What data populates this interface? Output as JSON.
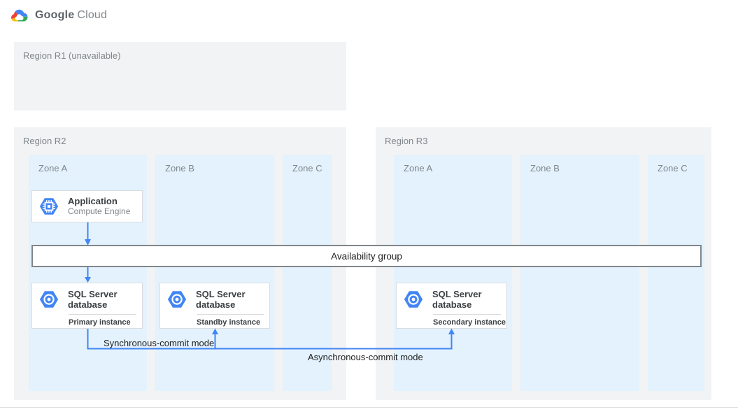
{
  "header": {
    "brand_google": "Google",
    "brand_cloud": "Cloud",
    "logo_icon": "google-cloud-logo"
  },
  "regions": {
    "r1": {
      "label": "Region R1 (unavailable)"
    },
    "r2": {
      "label": "Region R2",
      "zones": [
        {
          "label": "Zone A"
        },
        {
          "label": "Zone B"
        },
        {
          "label": "Zone C"
        }
      ]
    },
    "r3": {
      "label": "Region R3",
      "zones": [
        {
          "label": "Zone A"
        },
        {
          "label": "Zone B"
        },
        {
          "label": "Zone C"
        }
      ]
    }
  },
  "cards": {
    "application": {
      "icon": "compute-engine-icon",
      "title": "Application",
      "subtitle": "Compute Engine"
    },
    "primary_db": {
      "icon": "sql-database-icon",
      "title": "SQL Server database",
      "instance": "Primary instance"
    },
    "standby_db": {
      "icon": "sql-database-icon",
      "title": "SQL Server database",
      "instance": "Standby instance"
    },
    "secondary_db": {
      "icon": "sql-database-icon",
      "title": "SQL Server database",
      "instance": "Secondary instance"
    }
  },
  "availability_group": {
    "label": "Availability group"
  },
  "connections": {
    "sync_label": "Synchronous-commit mode",
    "async_label": "Asynchronous-commit mode"
  },
  "colors": {
    "arrow_blue": "#4285F4",
    "icon_hexagon_blue": "#4285F4",
    "region_bg": "#F1F3F4",
    "zone_bg": "#E3F2FD",
    "card_border": "#DADCE0",
    "bar_border": "#80868B",
    "label_gray": "#80868B",
    "text_dark": "#3C4043",
    "logo_red": "#EA4335",
    "logo_blue": "#4285F4",
    "logo_yellow": "#FBBC04",
    "logo_green": "#34A853"
  }
}
